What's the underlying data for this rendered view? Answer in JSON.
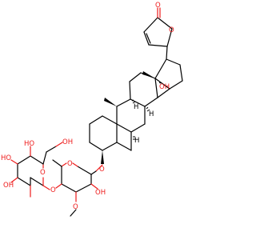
{
  "atom_colors": {
    "oxygen": "#ee1c1c",
    "carbon": "#000000",
    "background": "#ffffff"
  },
  "labels": {
    "lactone_carbonyl_O": "O",
    "lactone_ring_O": "O",
    "c14_OH": "OH",
    "c14_H": "H",
    "c8_H": "H",
    "c9_H": "H",
    "c5_H": "H",
    "c3_O": "O",
    "sugar1_ring_O": "O",
    "sugar1_OH": "OH",
    "sugar1_glycosidic_O": "O",
    "methoxy_O": "O",
    "glucose_ring_O": "O",
    "glucose_CH2OH": "OH",
    "glucose_OH4": "HO",
    "glucose_OH3": "HO",
    "glucose_OH2": "OH"
  }
}
